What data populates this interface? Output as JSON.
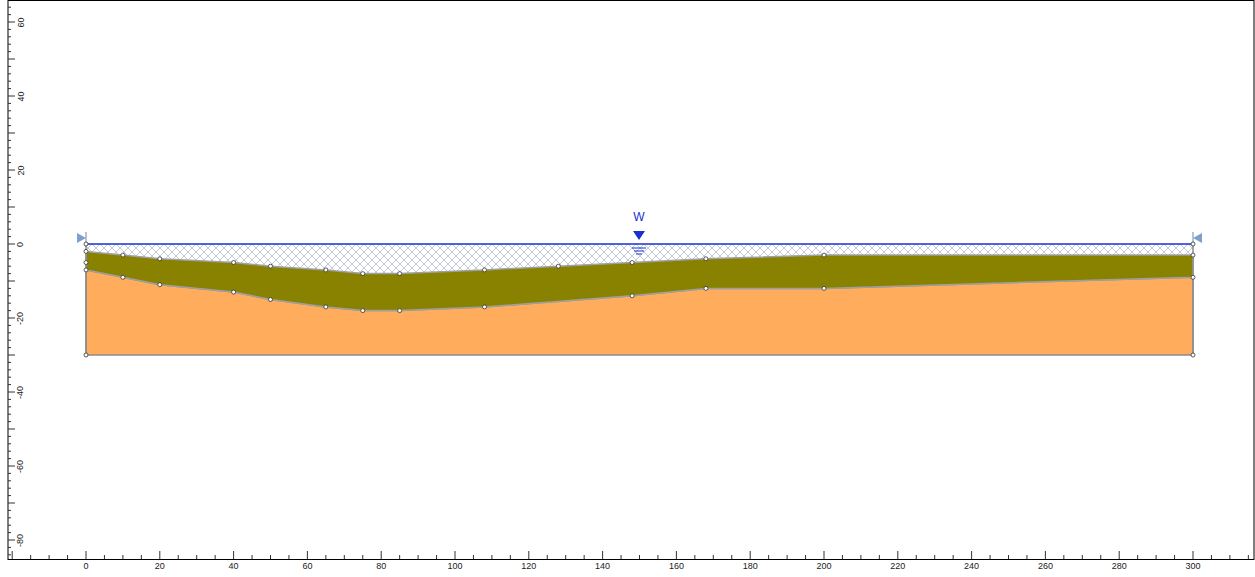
{
  "diagram": {
    "labels": [
      "60",
      "40",
      "20",
      "0",
      "-20",
      "-40",
      "-60",
      "-80",
      "0",
      "20",
      "40",
      "60",
      "80",
      "100",
      "120",
      "140",
      "160",
      "180",
      "200",
      "220",
      "240",
      "260",
      "280",
      "300",
      "W"
    ]
  }
}
